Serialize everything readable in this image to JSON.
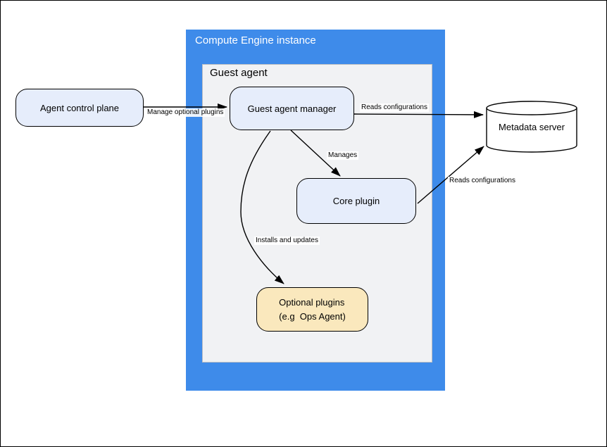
{
  "diagram": {
    "outer_container": {
      "label": "Compute Engine instance",
      "fill": "#3E8BEA",
      "text_color": "#ffffff"
    },
    "inner_container": {
      "label": "Guest agent",
      "fill": "#F1F2F4"
    },
    "nodes": {
      "agent_control_plane": {
        "label": "Agent control plane",
        "fill": "#E6EDFB"
      },
      "guest_agent_manager": {
        "label": "Guest agent manager",
        "fill": "#E6EDFB"
      },
      "core_plugin": {
        "label": "Core plugin",
        "fill": "#E6EDFB"
      },
      "optional_plugins": {
        "label_line1": "Optional plugins",
        "label_line2": "(e.g  Ops Agent)",
        "fill": "#FAE8BD"
      },
      "metadata_server": {
        "label": "Metadata server",
        "fill": "#ffffff",
        "shape": "cylinder"
      }
    },
    "edges": {
      "acp_to_manager": {
        "label": "Manage optional plugins",
        "from": "agent_control_plane",
        "to": "guest_agent_manager"
      },
      "manager_to_metadata": {
        "label": "Reads configurations",
        "from": "guest_agent_manager",
        "to": "metadata_server"
      },
      "manager_to_core": {
        "label": "Manages",
        "from": "guest_agent_manager",
        "to": "core_plugin"
      },
      "manager_to_optional": {
        "label": "Installs and updates",
        "from": "guest_agent_manager",
        "to": "optional_plugins"
      },
      "core_to_metadata": {
        "label": "Reads configurations",
        "from": "core_plugin",
        "to": "metadata_server"
      }
    }
  }
}
